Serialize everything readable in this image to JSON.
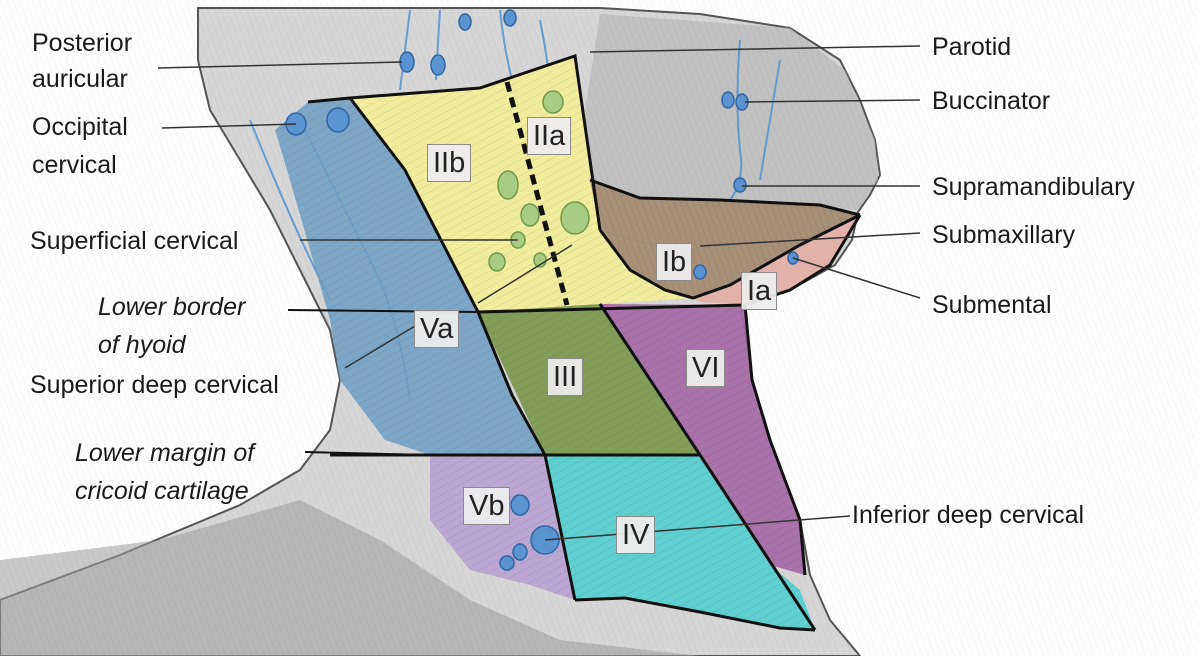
{
  "labels": {
    "posterior_auricular_1": "Posterior",
    "posterior_auricular_2": "auricular",
    "occipital_1": "Occipital",
    "occipital_2": "cervical",
    "superficial_cervical": "Superficial cervical",
    "lower_border_1": "Lower border",
    "lower_border_2": "of hyoid",
    "superior_deep_cervical": "Superior deep cervical",
    "lower_margin_1": "Lower margin of",
    "lower_margin_2": "cricoid cartilage",
    "parotid": "Parotid",
    "buccinator": "Buccinator",
    "supramandibulary": "Supramandibulary",
    "submaxillary": "Submaxillary",
    "submental": "Submental",
    "inferior_deep_cervical": "Inferior deep cervical"
  },
  "levels": {
    "IIb": "IIb",
    "IIa": "IIa",
    "Ib": "Ib",
    "Ia": "Ia",
    "Va": "Va",
    "III": "III",
    "VI": "VI",
    "Vb": "Vb",
    "IV": "IV"
  },
  "colors": {
    "level_II": "#f3ee9a",
    "level_I": "#a48c72",
    "level_Ia": "#e3b0a6",
    "level_III": "#7e9a52",
    "level_IV": "#58cfd0",
    "level_VI": "#a66ea8",
    "level_V": "#6f9fc4",
    "level_Vb": "#b7a3d2",
    "nodes": "#5a93cf",
    "lines": "#111111"
  }
}
